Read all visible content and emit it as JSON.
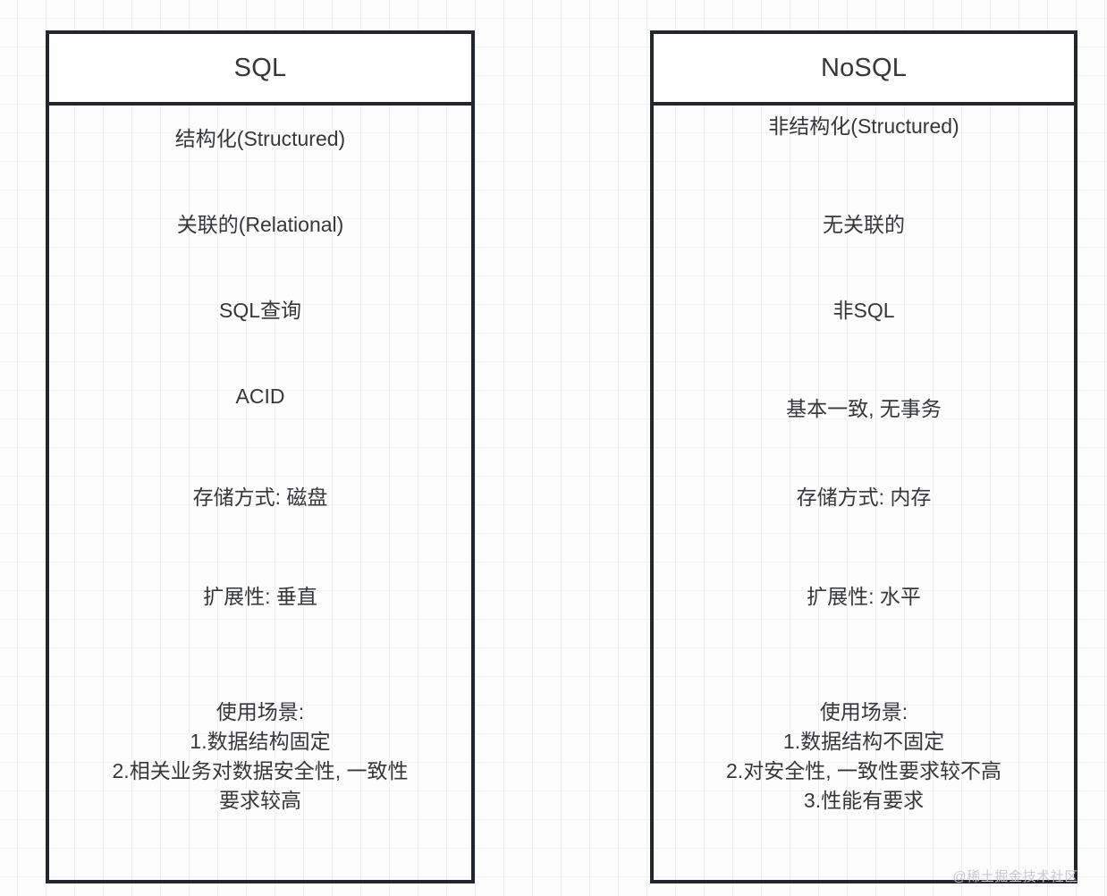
{
  "diagram": {
    "type": "comparison-table",
    "columns": [
      {
        "id": "sql",
        "title": "SQL",
        "rows": [
          "结构化(Structured)",
          "关联的(Relational)",
          "SQL查询",
          "ACID",
          "存储方式: 磁盘",
          "扩展性: 垂直"
        ],
        "usecase": {
          "heading": "使用场景:",
          "items": [
            "1.数据结构固定",
            "2.相关业务对数据安全性, 一致性",
            "要求较高"
          ]
        }
      },
      {
        "id": "nosql",
        "title": "NoSQL",
        "rows": [
          "非结构化(Structured)",
          "无关联的",
          "非SQL",
          "基本一致, 无事务",
          "存储方式: 内存",
          "扩展性: 水平"
        ],
        "usecase": {
          "heading": "使用场景:",
          "items": [
            "1.数据结构不固定",
            "2.对安全性, 一致性要求较不高",
            "3.性能有要求"
          ]
        }
      }
    ]
  },
  "watermark": "@稀土掘金技术社区",
  "colors": {
    "border": "#24262d",
    "text": "#35373b",
    "background": "#fdfdfd",
    "grid": "#f1f1f2",
    "watermark": "#c9cacc"
  }
}
